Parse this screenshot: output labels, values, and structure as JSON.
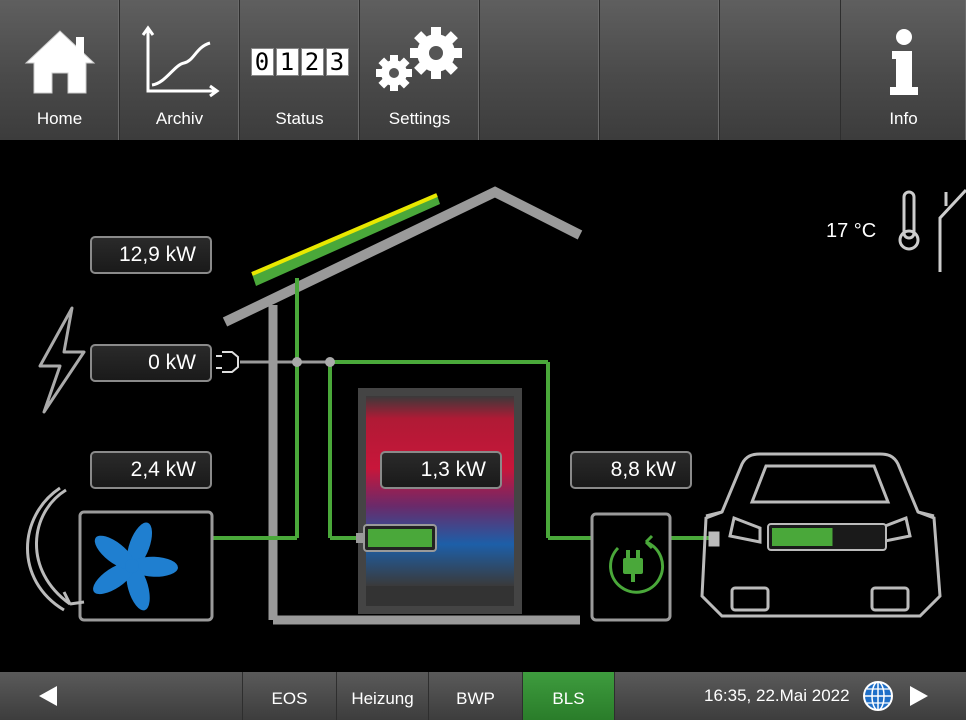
{
  "toolbar": {
    "home": {
      "label": "Home",
      "icon": "house-icon"
    },
    "archiv": {
      "label": "Archiv",
      "icon": "graph-icon"
    },
    "status": {
      "label": "Status",
      "icon": "counter-icon",
      "digits": [
        "0",
        "1",
        "2",
        "3"
      ]
    },
    "settings": {
      "label": "Settings",
      "icon": "gears-icon"
    },
    "info": {
      "label": "Info",
      "icon": "info-icon"
    }
  },
  "scene": {
    "pv_power": "12,9 kW",
    "grid_power": "0 kW",
    "heatpump_power": "2,4 kW",
    "storage_power": "1,3 kW",
    "charger_power": "8,8 kW",
    "outdoor_temp": "17 °C",
    "storage_level": 1.0,
    "car_battery_level": 0.55,
    "colors": {
      "flow": "#4aa83a",
      "pipe": "#9a9a9a",
      "fan": "#1f7fd0",
      "pv_edge": "#e8e800"
    }
  },
  "bottombar": {
    "tabs": [
      {
        "label": "EOS",
        "active": false
      },
      {
        "label": "Heizung",
        "active": false
      },
      {
        "label": "BWP",
        "active": false
      },
      {
        "label": "BLS",
        "active": true
      }
    ],
    "datetime": "16:35, 22.Mai 2022",
    "accent": "#3e9c3e"
  }
}
